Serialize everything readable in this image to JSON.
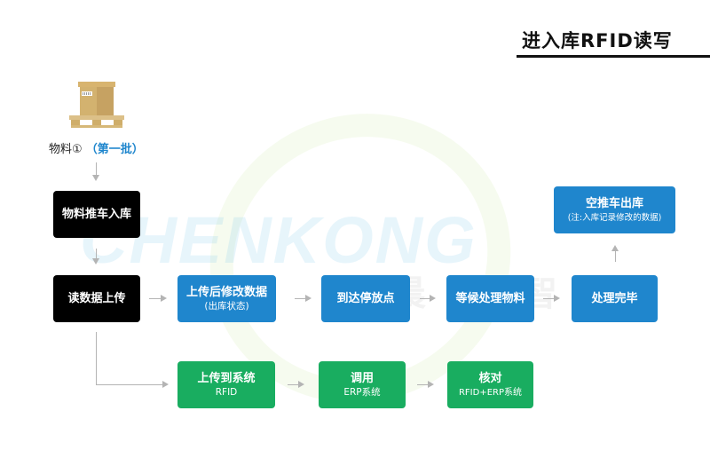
{
  "header": {
    "title": "进入库RFID读写"
  },
  "watermark": {
    "brand": "CHENKONG",
    "brand_cn": "晨控智能"
  },
  "material": {
    "label": "物料①",
    "batch": "（第一批）",
    "icon": "pallet-box-icon"
  },
  "colors": {
    "black": "#000000",
    "blue": "#1f86cd",
    "green": "#19ad60",
    "arrow": "#b4b4b4"
  },
  "steps": {
    "cart_in": {
      "main": "物料推车入库"
    },
    "read_upload": {
      "main": "读数据上传"
    },
    "modify_data": {
      "main": "上传后修改数据",
      "sub": "(出库状态)"
    },
    "arrive": {
      "main": "到达停放点"
    },
    "wait": {
      "main": "等候处理物料"
    },
    "done": {
      "main": "处理完毕"
    },
    "empty_out": {
      "main": "空推车出库",
      "sub": "(注:入库记录修改的数据)"
    },
    "upload_system": {
      "main": "上传到系统",
      "sub": "RFID"
    },
    "call": {
      "main": "调用",
      "sub": "ERP系统"
    },
    "check": {
      "main": "核对",
      "sub": "RFID+ERP系统"
    }
  }
}
